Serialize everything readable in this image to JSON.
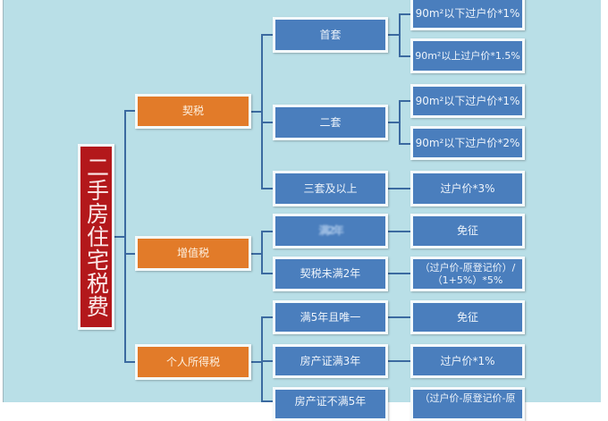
{
  "root": {
    "label": "二手房住宅税费"
  },
  "taxes": [
    {
      "label": "契税",
      "cases": [
        {
          "label": "首套",
          "results": [
            "90m²以下过户价*1%",
            "90m²以上过户价*1.5%"
          ]
        },
        {
          "label": "二套",
          "results": [
            "90m²以下过户价*1%",
            "90m²以下过户价*2%"
          ]
        },
        {
          "label": "三套及以上",
          "results": [
            "过户价*3%"
          ]
        }
      ]
    },
    {
      "label": "增值税",
      "cases": [
        {
          "label": "满2年",
          "results": [
            "免征"
          ]
        },
        {
          "label": "契税未满2年",
          "results": [
            "（过户价-原登记价）/（1+5%）*5%"
          ]
        }
      ]
    },
    {
      "label": "个人所得税",
      "cases": [
        {
          "label": "满5年且唯一",
          "results": [
            "免征"
          ]
        },
        {
          "label": "房产证满3年",
          "results": [
            "过户价*1%"
          ]
        },
        {
          "label": "房产证不满5年",
          "results": [
            "（过户价-原登记价-原"
          ]
        }
      ]
    }
  ],
  "colors": {
    "background": "#b9dfe7",
    "level2": "#4a7ebd",
    "level1": "#e27b29",
    "root": "#b3181b",
    "connector": "#3b6aa0"
  }
}
